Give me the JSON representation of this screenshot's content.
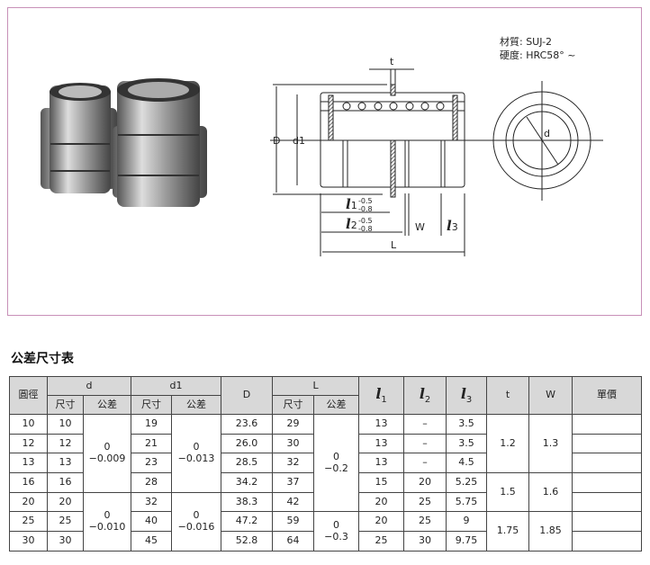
{
  "spec": {
    "material": "材質: SUJ-2",
    "hardness": "硬度: HRC58° ~"
  },
  "diagram_labels": {
    "t": "t",
    "D": "D",
    "d1": "d1",
    "d": "d",
    "l1": "1",
    "l2": "2",
    "l3": "3",
    "tol_upper": "-0.5",
    "tol_lower": "-0.8",
    "W": "W",
    "L": "L"
  },
  "table_title": "公差尺寸表",
  "table": {
    "headers": {
      "bore": "圓徑",
      "d": "d",
      "d1": "d1",
      "D": "D",
      "L": "L",
      "size": "尺寸",
      "tolerance": "公差",
      "l1": "1",
      "l2": "2",
      "l3": "3",
      "t": "t",
      "W": "W",
      "price": "單價"
    },
    "rows": [
      {
        "bore": "10",
        "d": "10",
        "d1": "19",
        "D": "23.6",
        "L": "29",
        "l1": "13",
        "l2": "–",
        "l3": "3.5"
      },
      {
        "bore": "12",
        "d": "12",
        "d1": "21",
        "D": "26.0",
        "L": "30",
        "l1": "13",
        "l2": "–",
        "l3": "3.5"
      },
      {
        "bore": "13",
        "d": "13",
        "d1": "23",
        "D": "28.5",
        "L": "32",
        "l1": "13",
        "l2": "–",
        "l3": "4.5"
      },
      {
        "bore": "16",
        "d": "16",
        "d1": "28",
        "D": "34.2",
        "L": "37",
        "l1": "15",
        "l2": "20",
        "l3": "5.25"
      },
      {
        "bore": "20",
        "d": "20",
        "d1": "32",
        "D": "38.3",
        "L": "42",
        "l1": "20",
        "l2": "25",
        "l3": "5.75"
      },
      {
        "bore": "25",
        "d": "25",
        "d1": "40",
        "D": "47.2",
        "L": "59",
        "l1": "20",
        "l2": "25",
        "l3": "9"
      },
      {
        "bore": "30",
        "d": "30",
        "d1": "45",
        "D": "52.8",
        "L": "64",
        "l1": "25",
        "l2": "30",
        "l3": "9.75"
      }
    ],
    "d_tol": [
      {
        "upper": "0",
        "lower": "−0.009"
      },
      {
        "upper": "0",
        "lower": "−0.010"
      }
    ],
    "d1_tol": [
      {
        "upper": "0",
        "lower": "−0.013"
      },
      {
        "upper": "0",
        "lower": "−0.016"
      }
    ],
    "L_tol": [
      {
        "upper": "0",
        "lower": "−0.2"
      },
      {
        "upper": "0",
        "lower": "−0.3"
      }
    ],
    "t_groups": [
      "1.2",
      "1.5",
      "1.75"
    ],
    "W_groups": [
      "1.3",
      "1.6",
      "1.85"
    ]
  }
}
